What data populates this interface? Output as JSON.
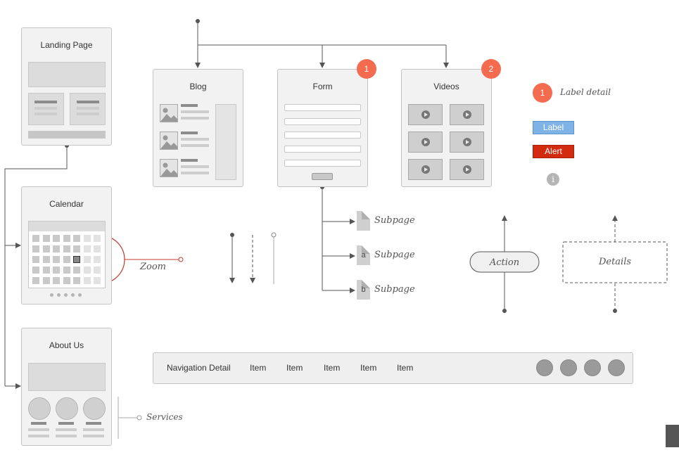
{
  "colors": {
    "badge": "#f46b4f",
    "label": "#7fb3e6",
    "alert": "#d22b10",
    "zoom": "#c0392b",
    "connector": "#555555",
    "card_bg": "#f2f2f2"
  },
  "pages": {
    "landing": "Landing Page",
    "calendar": "Calendar",
    "about": "About Us",
    "blog": "Blog",
    "form": "Form",
    "videos": "Videos"
  },
  "badges": {
    "form": "1",
    "videos": "2"
  },
  "annotations": {
    "zoom": "Zoom",
    "services": "Services"
  },
  "subpages": [
    {
      "letter": "",
      "label": "Subpage"
    },
    {
      "letter": "a",
      "label": "Subpage"
    },
    {
      "letter": "b",
      "label": "Subpage"
    }
  ],
  "legend": {
    "badge_number": "1",
    "label_detail": "Label detail",
    "label": "Label",
    "alert": "Alert",
    "info_icon": "info-icon"
  },
  "flow": {
    "action": "Action",
    "details": "Details"
  },
  "navigation": {
    "title": "Navigation Detail",
    "items": [
      "Item",
      "Item",
      "Item",
      "Item",
      "Item"
    ],
    "dot_count": 4
  }
}
